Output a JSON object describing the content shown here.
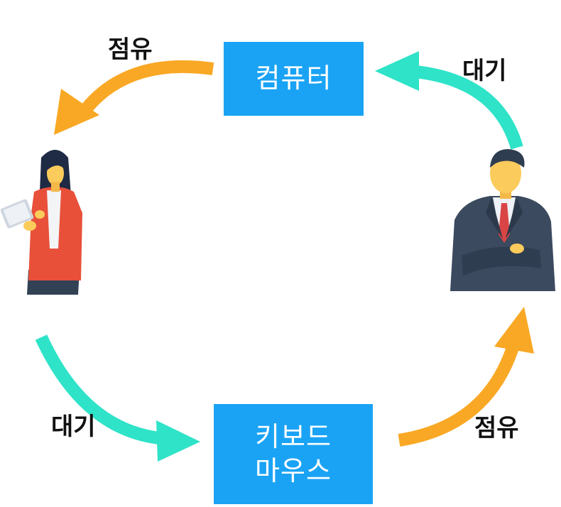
{
  "resources": {
    "computer": "컴퓨터",
    "keyboard_line1": "키보드",
    "keyboard_line2": "마우스"
  },
  "labels": {
    "occupy_top": "점유",
    "wait_top": "대기",
    "wait_bottom": "대기",
    "occupy_bottom": "점유"
  },
  "colors": {
    "box": "#1aa3f5",
    "arrow_orange": "#f9a825",
    "arrow_teal": "#2ee3c8"
  }
}
